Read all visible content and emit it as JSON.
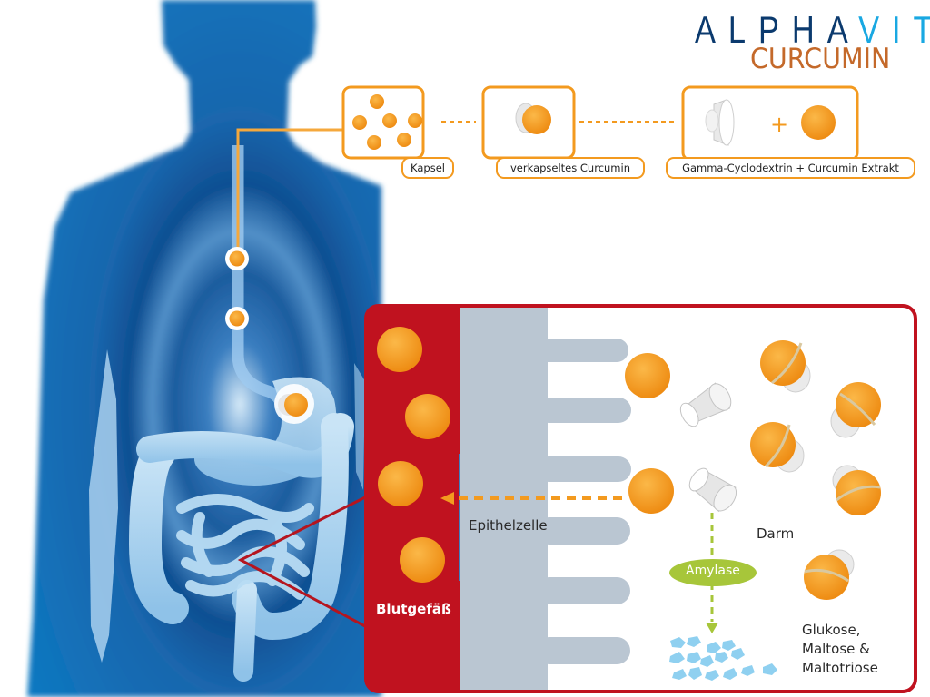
{
  "brand": {
    "name_part1": "ALPHA",
    "name_part2": "VITA",
    "product": "CURCUMIN",
    "colors": {
      "dark_blue": "#0b3a6e",
      "light_blue": "#19a8e2",
      "copper": "#c4692a"
    }
  },
  "steps": [
    {
      "label": "Kapsel"
    },
    {
      "label": "verkapseltes Curcumin"
    },
    {
      "label": "Gamma-Cyclodextrin + Curcumin Extrakt",
      "plus_symbol": "+"
    }
  ],
  "detail": {
    "blood_vessel_label": "Blutgefäß",
    "epithelium_label": "Epithelzelle",
    "intestine_label": "Darm",
    "enzyme_label": "Amylase",
    "products_label": [
      "Glukose,",
      "Maltose &",
      "Maltotriose"
    ]
  },
  "colors": {
    "curcumin": "#f5a02a",
    "frame_red": "#c0121f",
    "epithelium_gray": "#bac6d2",
    "enzyme_green": "#a7c63a",
    "sugar_blue": "#8fd0f0",
    "step_orange": "#f39a1f"
  }
}
